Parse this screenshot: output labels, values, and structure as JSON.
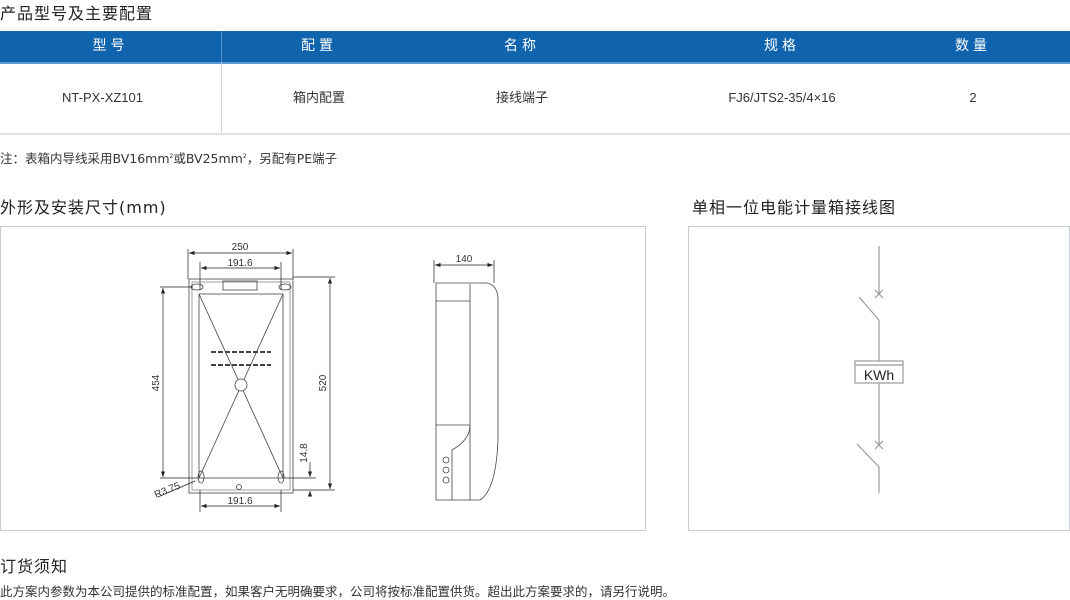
{
  "section1_title": "产品型号及主要配置",
  "table": {
    "headers": [
      "型号",
      "配置",
      "名称",
      "规格",
      "数量"
    ],
    "rows": [
      [
        "NT-PX-XZ101",
        "箱内配置",
        "接线端子",
        "FJ6/JTS2-35/4×16",
        "2"
      ]
    ]
  },
  "note": {
    "prefix": "注：表箱内导线采用BV16mm",
    "sup1": "2",
    "mid": "或BV25mm",
    "sup2": "2",
    "suffix": "，另配有PE端子"
  },
  "section2_title": "外形及安装尺寸(mm)",
  "section3_title": "单相一位电能计量箱接线图",
  "dimensions": {
    "width": "250",
    "hole_spacing_top": "191.6",
    "hole_spacing_bottom": "191.6",
    "hole_height": "454",
    "height": "520",
    "bottom_offset": "14.8",
    "radius": "R3.75",
    "depth": "140"
  },
  "wiring": {
    "meter_label": "KWh"
  },
  "order_title": "订货须知",
  "order_text": "此方案内参数为本公司提供的标准配置，如果客户无明确要求，公司将按标准配置供货。超出此方案要求的，请另行说明。",
  "colors": {
    "header_bg": "#0f64ad",
    "border": "#c5ced6"
  }
}
